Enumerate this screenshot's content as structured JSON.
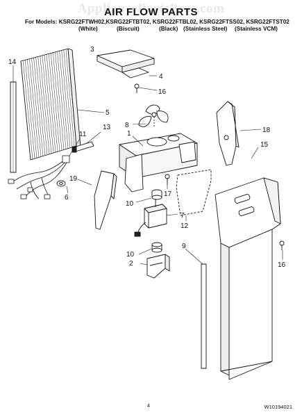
{
  "watermark": "AppliancePartsPros.com",
  "title": "AIR FLOW PARTS",
  "models": {
    "prefix": "For Models:",
    "list": "KSRG22FTWH02,KSRG22FTBT02, KSRG22FTBL02, KSRG22FTSS02, KSRG22FTST02",
    "colors": [
      "(White)",
      "(Biscuit)",
      "(Black)",
      "(Stainless Steel)",
      "(Stainless VCM)"
    ]
  },
  "callouts": {
    "c14": "14",
    "c4": "4",
    "c16a": "16",
    "c5": "5",
    "c13": "13",
    "c11": "11",
    "c8": "8",
    "c1": "1",
    "c18": "18",
    "c15": "15",
    "c19": "19",
    "c6": "6",
    "c17": "17",
    "c10a": "10",
    "c7": "7",
    "c12": "12",
    "c9": "9",
    "c10b": "10",
    "c2": "2",
    "c16b": "16",
    "c3": "3"
  },
  "footer": {
    "page_number": "4",
    "doc_number": "W10194021"
  }
}
